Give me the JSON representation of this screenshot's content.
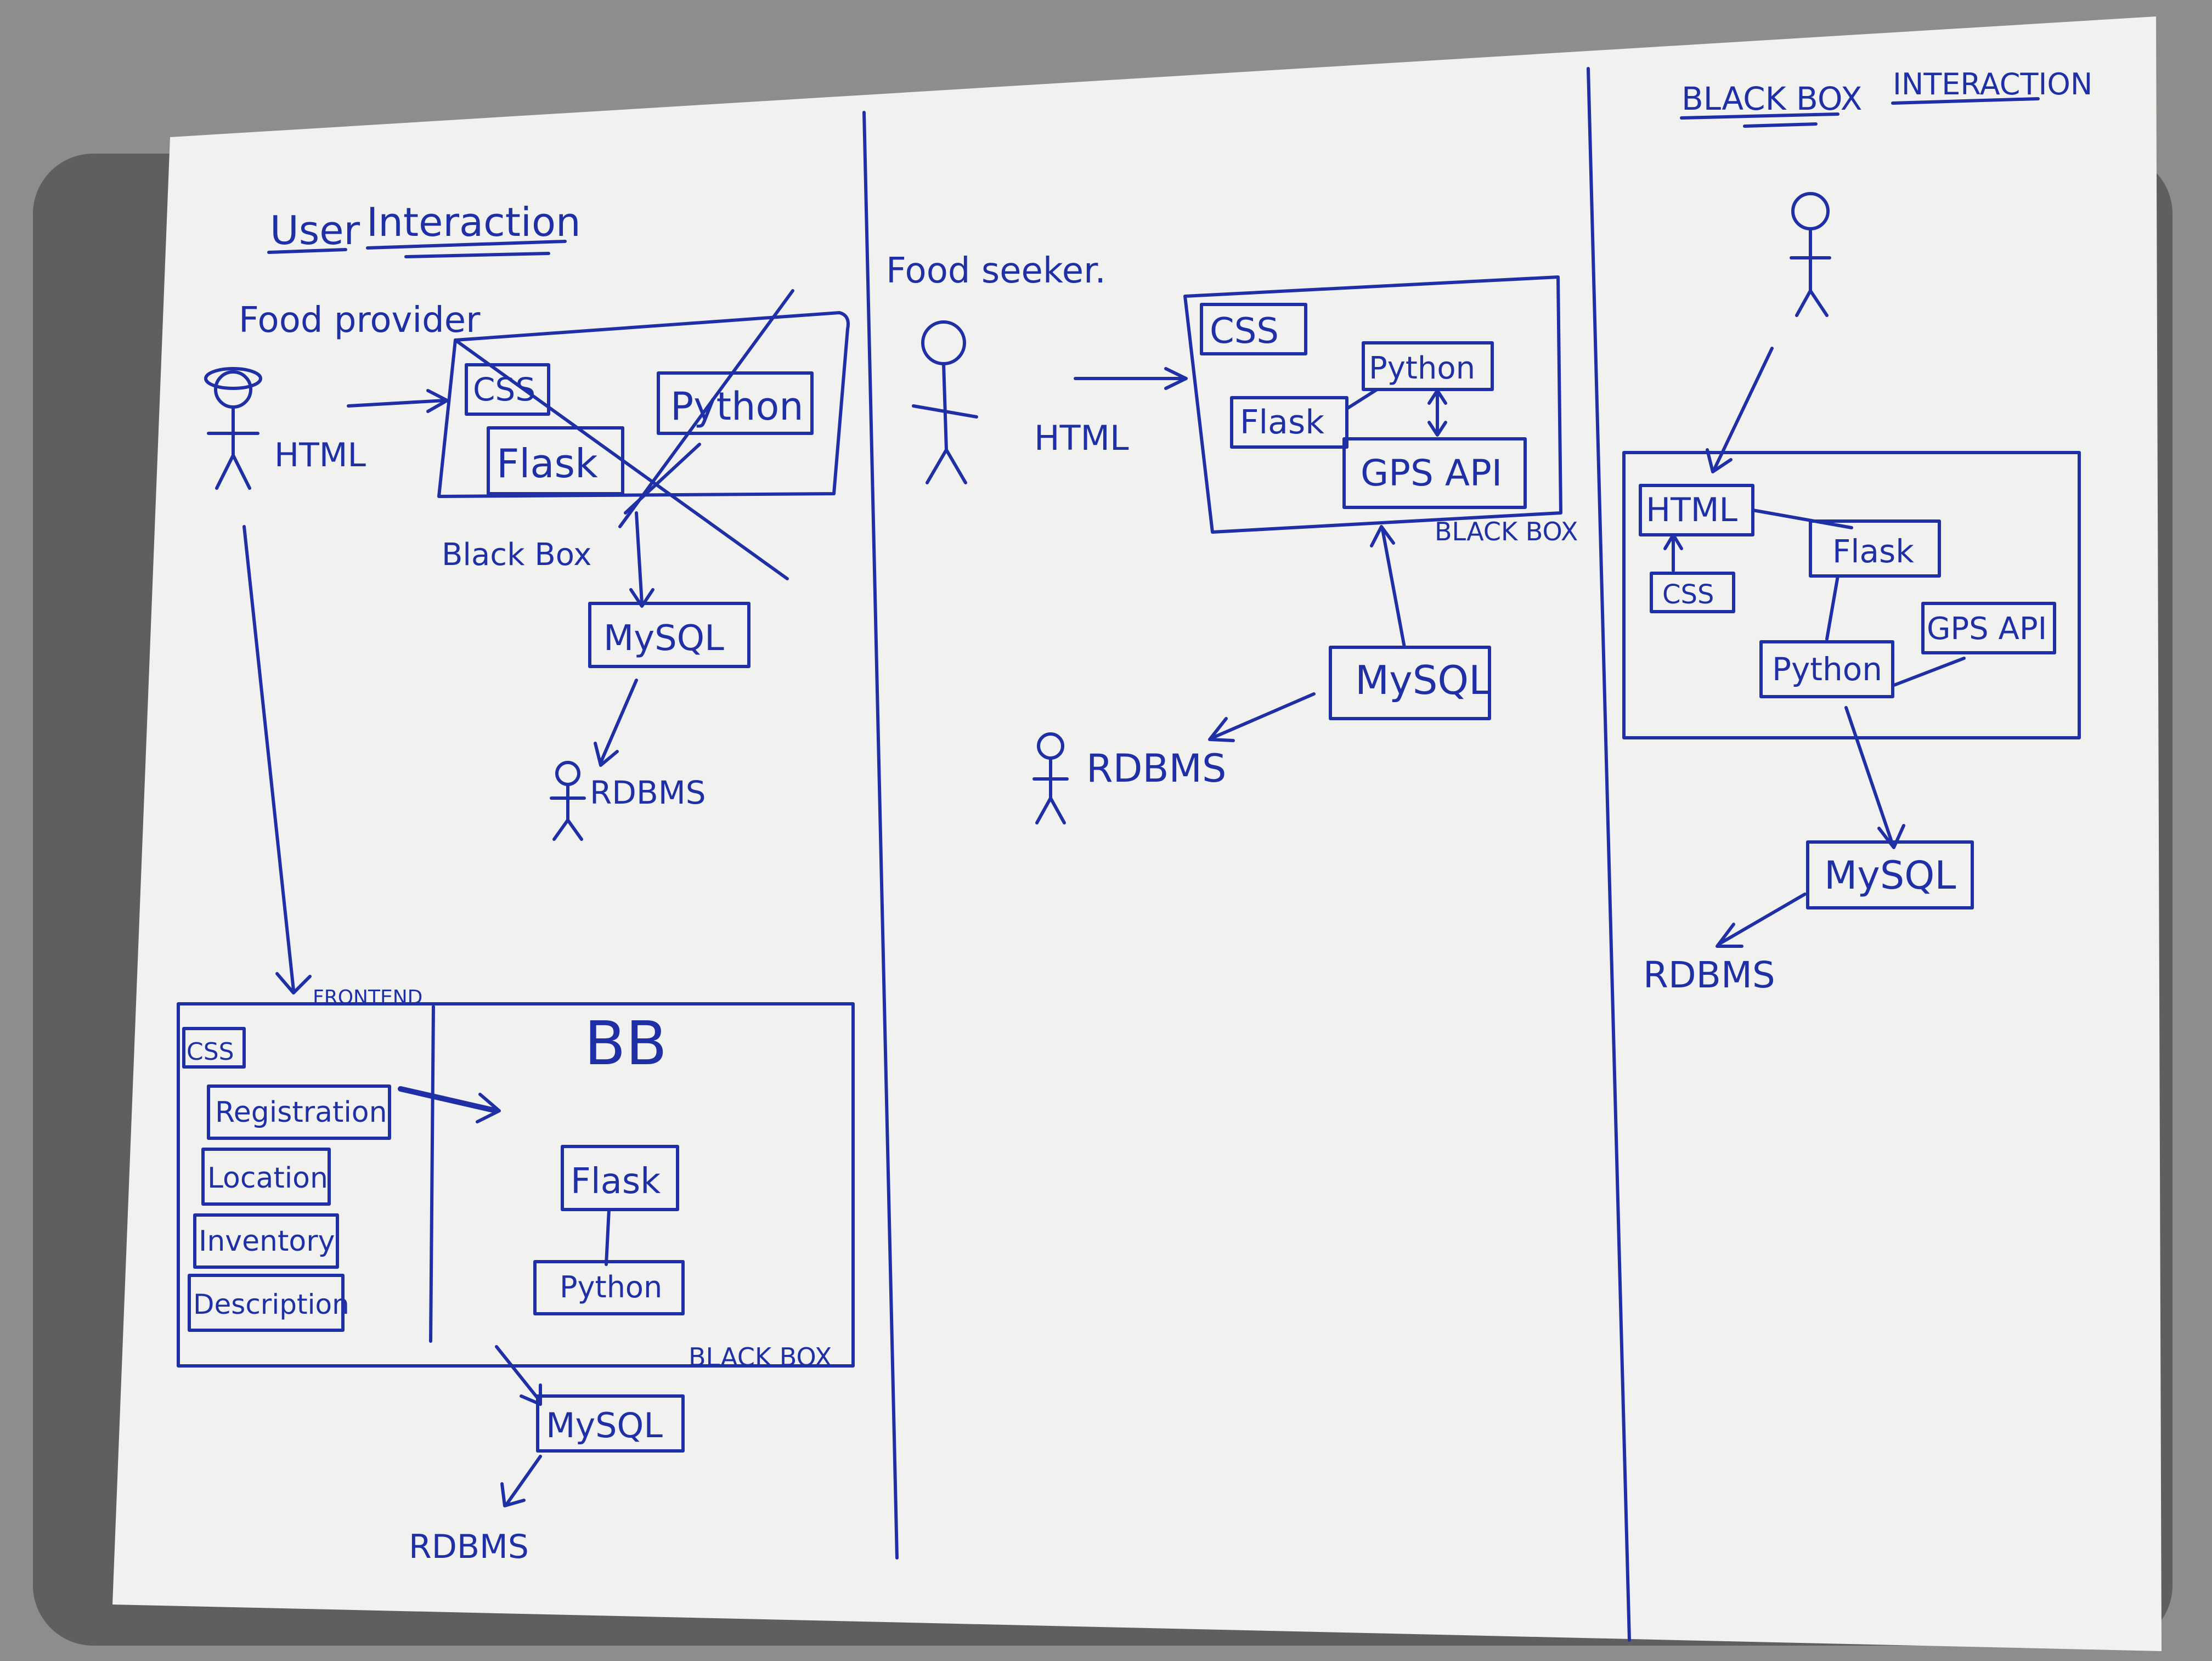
{
  "colors": {
    "ink": "#1f2fa6",
    "paper": "#f1f1ef",
    "desk": "#8f8d8b",
    "tablet": "#5f5f61"
  },
  "panel1": {
    "heading_word1": "User",
    "heading_word2": "Interaction",
    "actor": "Food provider",
    "html": "HTML",
    "bb": {
      "css": "CSS",
      "python": "Python",
      "flask": "Flask",
      "label": "Black Box"
    },
    "mysql": "MySQL",
    "rdbms": "RDBMS",
    "frontend": "FRONTEND",
    "bb_big": "BB",
    "fe": {
      "css": "CSS",
      "items": [
        "Registration",
        "Location",
        "Inventory",
        "Description"
      ]
    },
    "bb2": {
      "flask": "Flask",
      "python": "Python",
      "label": "BLACK BOX"
    },
    "mysql2": "MySQL",
    "rdbms2": "RDBMS"
  },
  "panel2": {
    "actor": "Food seeker.",
    "html": "HTML",
    "bb": {
      "css": "CSS",
      "python": "Python",
      "flask": "Flask",
      "gps": "GPS API",
      "label": "BLACK BOX"
    },
    "mysql": "MySQL",
    "rdbms": "RDBMS"
  },
  "panel3": {
    "heading_word1": "BLACK BOX",
    "heading_word2": "INTERACTION",
    "bb": {
      "html": "HTML",
      "flask": "Flask",
      "css": "CSS",
      "gps": "GPS API",
      "python": "Python"
    },
    "mysql": "MySQL",
    "rdbms": "RDBMS"
  }
}
